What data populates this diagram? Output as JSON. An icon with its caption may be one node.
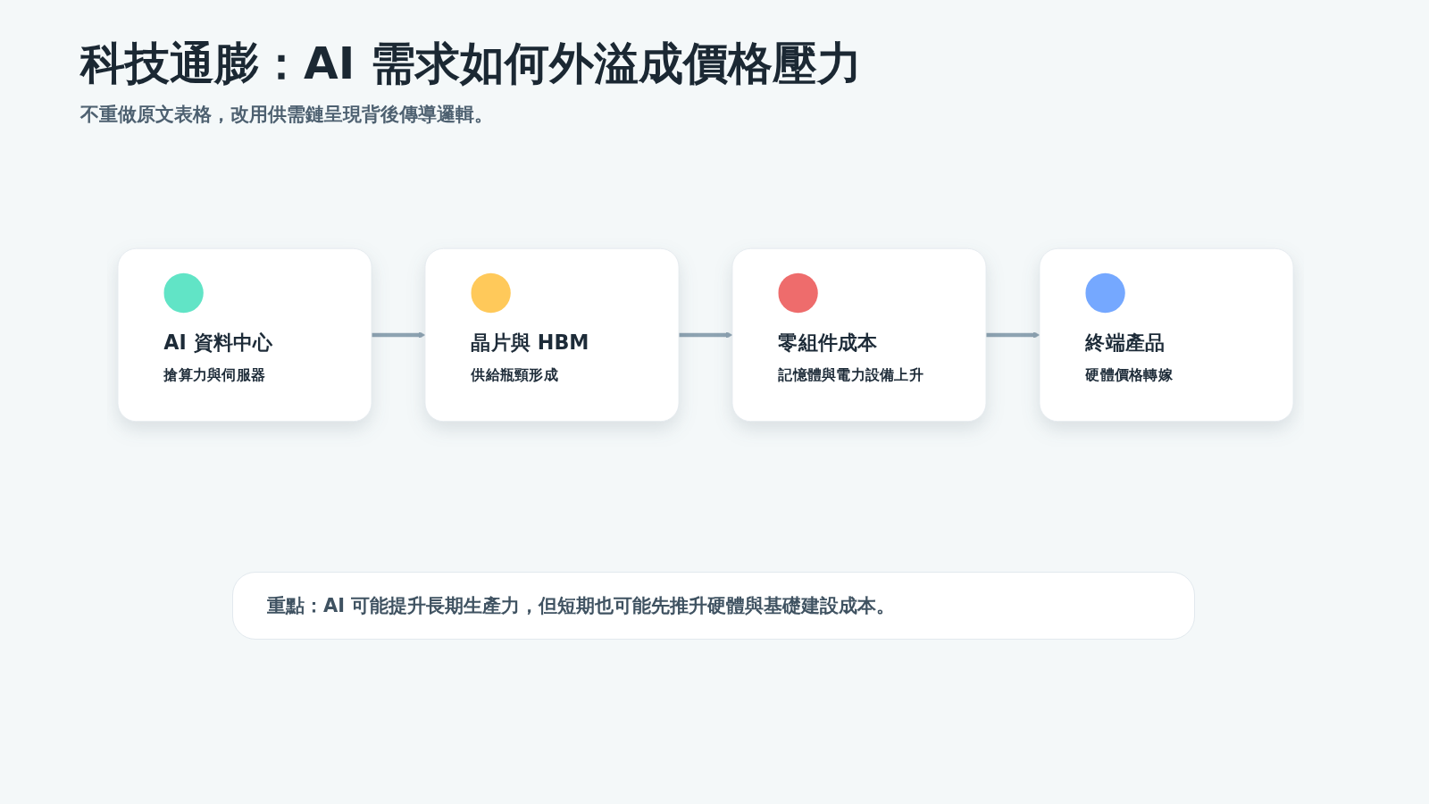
{
  "diagram": {
    "title": "科技通膨：AI 需求如何外溢成價格壓力",
    "nodes": [
      {
        "text": [
          "AI 資料中心",
          "搶算力與伺服器"
        ]
      },
      {
        "text": [
          "晶片與 HBM",
          "供給瓶頸形成"
        ]
      },
      {
        "text": [
          "零組件成本",
          "記憶體與電力設備上升"
        ]
      },
      {
        "text": [
          "終端產品",
          "硬體價格轉嫁"
        ]
      }
    ],
    "edges": [
      {
        "from": 0,
        "to": 1,
        "arrow": "to"
      },
      {
        "from": 1,
        "to": 2,
        "arrow": "to"
      },
      {
        "from": 2,
        "to": 3,
        "arrow": "to"
      }
    ],
    "labels": [
      "不重做原文表格，改用供需鏈呈現背後傳導邏輯。",
      "重點：AI 可能提升長期生產力，但短期也可能先推升硬體與基礎建設成本。"
    ]
  }
}
